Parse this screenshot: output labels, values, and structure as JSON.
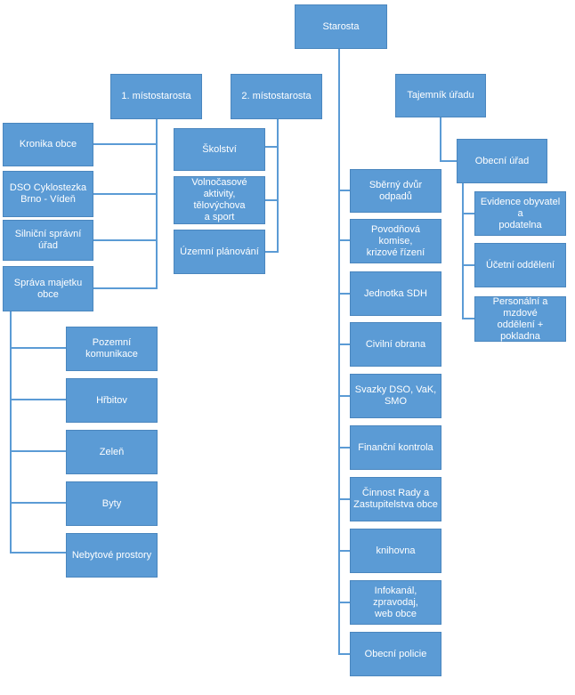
{
  "org_chart": {
    "root": "Starosta",
    "deputy_1": {
      "title": "1. místostarosta",
      "items": [
        "Kronika obce",
        "DSO Cyklostezka\nBrno - Vídeň",
        "Silniční správní úřad",
        "Správa majetku\nobce"
      ],
      "property_items": [
        "Pozemní\nkomunikace",
        "Hřbitov",
        "Zeleň",
        "Byty",
        "Nebytové prostory"
      ]
    },
    "deputy_2": {
      "title": "2. místostarosta",
      "items": [
        "Školství",
        "Volnočasové\naktivity, tělovýchova\na sport",
        "Územní plánování"
      ]
    },
    "mayor_items": [
      "Sběrný dvůr odpadů",
      "Povodňová komise,\nkrizové řízení",
      "Jednotka SDH",
      "Civilní obrana",
      "Svazky DSO, VaK,\nSMO",
      "Finanční kontrola",
      "Činnost Rady a\nZastupitelstva obce",
      "knihovna",
      "Infokanál, zpravodaj,\nweb obce",
      "Obecní policie"
    ],
    "secretary": {
      "title": "Tajemník úřadu",
      "office": "Obecní úřad",
      "items": [
        "Evidence obyvatel a\npodatelna",
        "Účetní oddělení",
        "Personální a mzdové\noddělení + pokladna"
      ]
    }
  }
}
